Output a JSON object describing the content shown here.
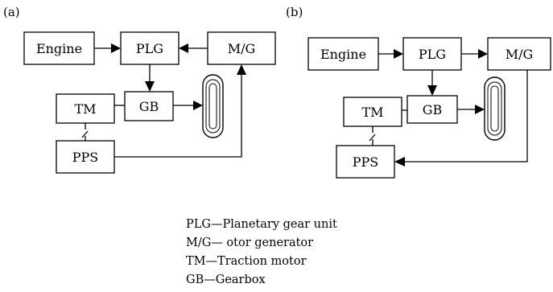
{
  "panels": {
    "a": {
      "label": "(a)",
      "engine": "Engine",
      "plg": "PLG",
      "mg": "M/G",
      "tm": "TM",
      "gb": "GB",
      "pps": "PPS"
    },
    "b": {
      "label": "(b)",
      "engine": "Engine",
      "plg": "PLG",
      "mg": "M/G",
      "tm": "TM",
      "gb": "GB",
      "pps": "PPS"
    }
  },
  "legend": [
    "PLG—Planetary gear unit",
    "M/G— otor generator",
    "TM—Traction motor",
    "GB—Gearbox"
  ]
}
